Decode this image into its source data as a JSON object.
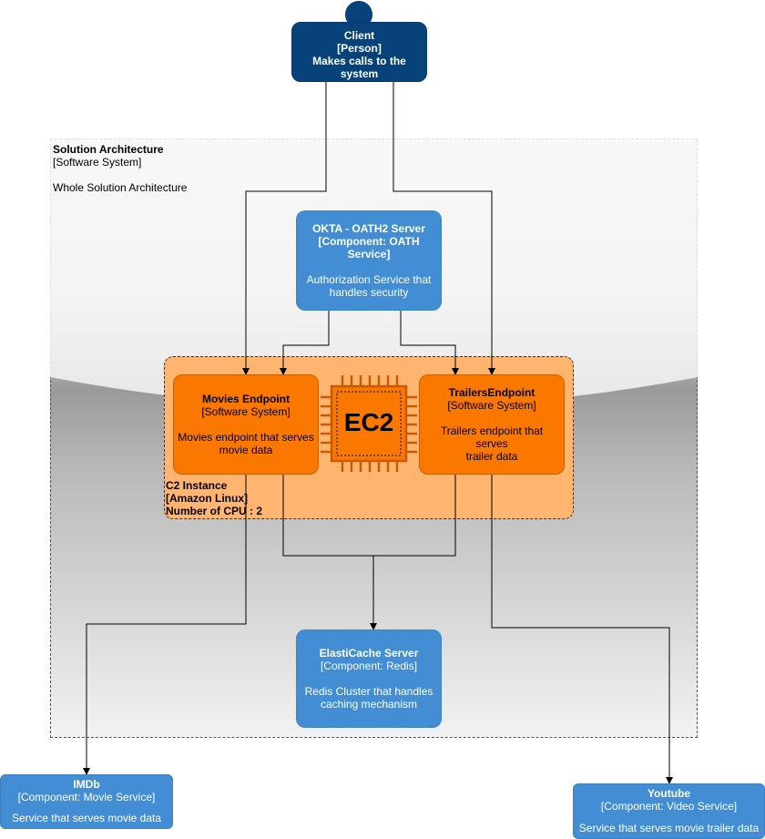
{
  "client": {
    "title": "Client",
    "type": "[Person]",
    "desc": "Makes calls to the system"
  },
  "solution": {
    "title": "Solution Architecture",
    "type": "[Software System]",
    "desc": "Whole Solution Architecture"
  },
  "okta": {
    "title": "OKTA - OATH2 Server",
    "type": "[Component: OATH Service]",
    "desc_line1": "Authorization Service that",
    "desc_line2": "handles security"
  },
  "movies": {
    "title": "Movies Endpoint",
    "type": "[Software System]",
    "desc_line1": "Movies endpoint that serves",
    "desc_line2": "movie data"
  },
  "trailers": {
    "title": "TrailersEndpoint",
    "type": "[Software System]",
    "desc_line1": "Trailers endpoint that serves",
    "desc_line2": "trailer data"
  },
  "ec2": {
    "chip_label": "EC2",
    "line1": "C2 Instance",
    "line2": "[Amazon Linux]",
    "line3": "Number of CPU : 2"
  },
  "elasticache": {
    "title": "ElastiCache Server",
    "type": "[Component: Redis]",
    "desc_line1": "Redis Cluster that handles",
    "desc_line2": "caching mechanism"
  },
  "imdb": {
    "title": "IMDb",
    "type": "[Component: Movie Service]",
    "desc": "Service that serves movie data"
  },
  "youtube": {
    "title": "Youtube",
    "type": "[Component: Video Service]",
    "desc": "Service that serves movie trailer data"
  },
  "colors": {
    "person": "#08427b",
    "component": "#438dd5",
    "endpoint": "#fa7800",
    "instance": "#ffb570"
  }
}
